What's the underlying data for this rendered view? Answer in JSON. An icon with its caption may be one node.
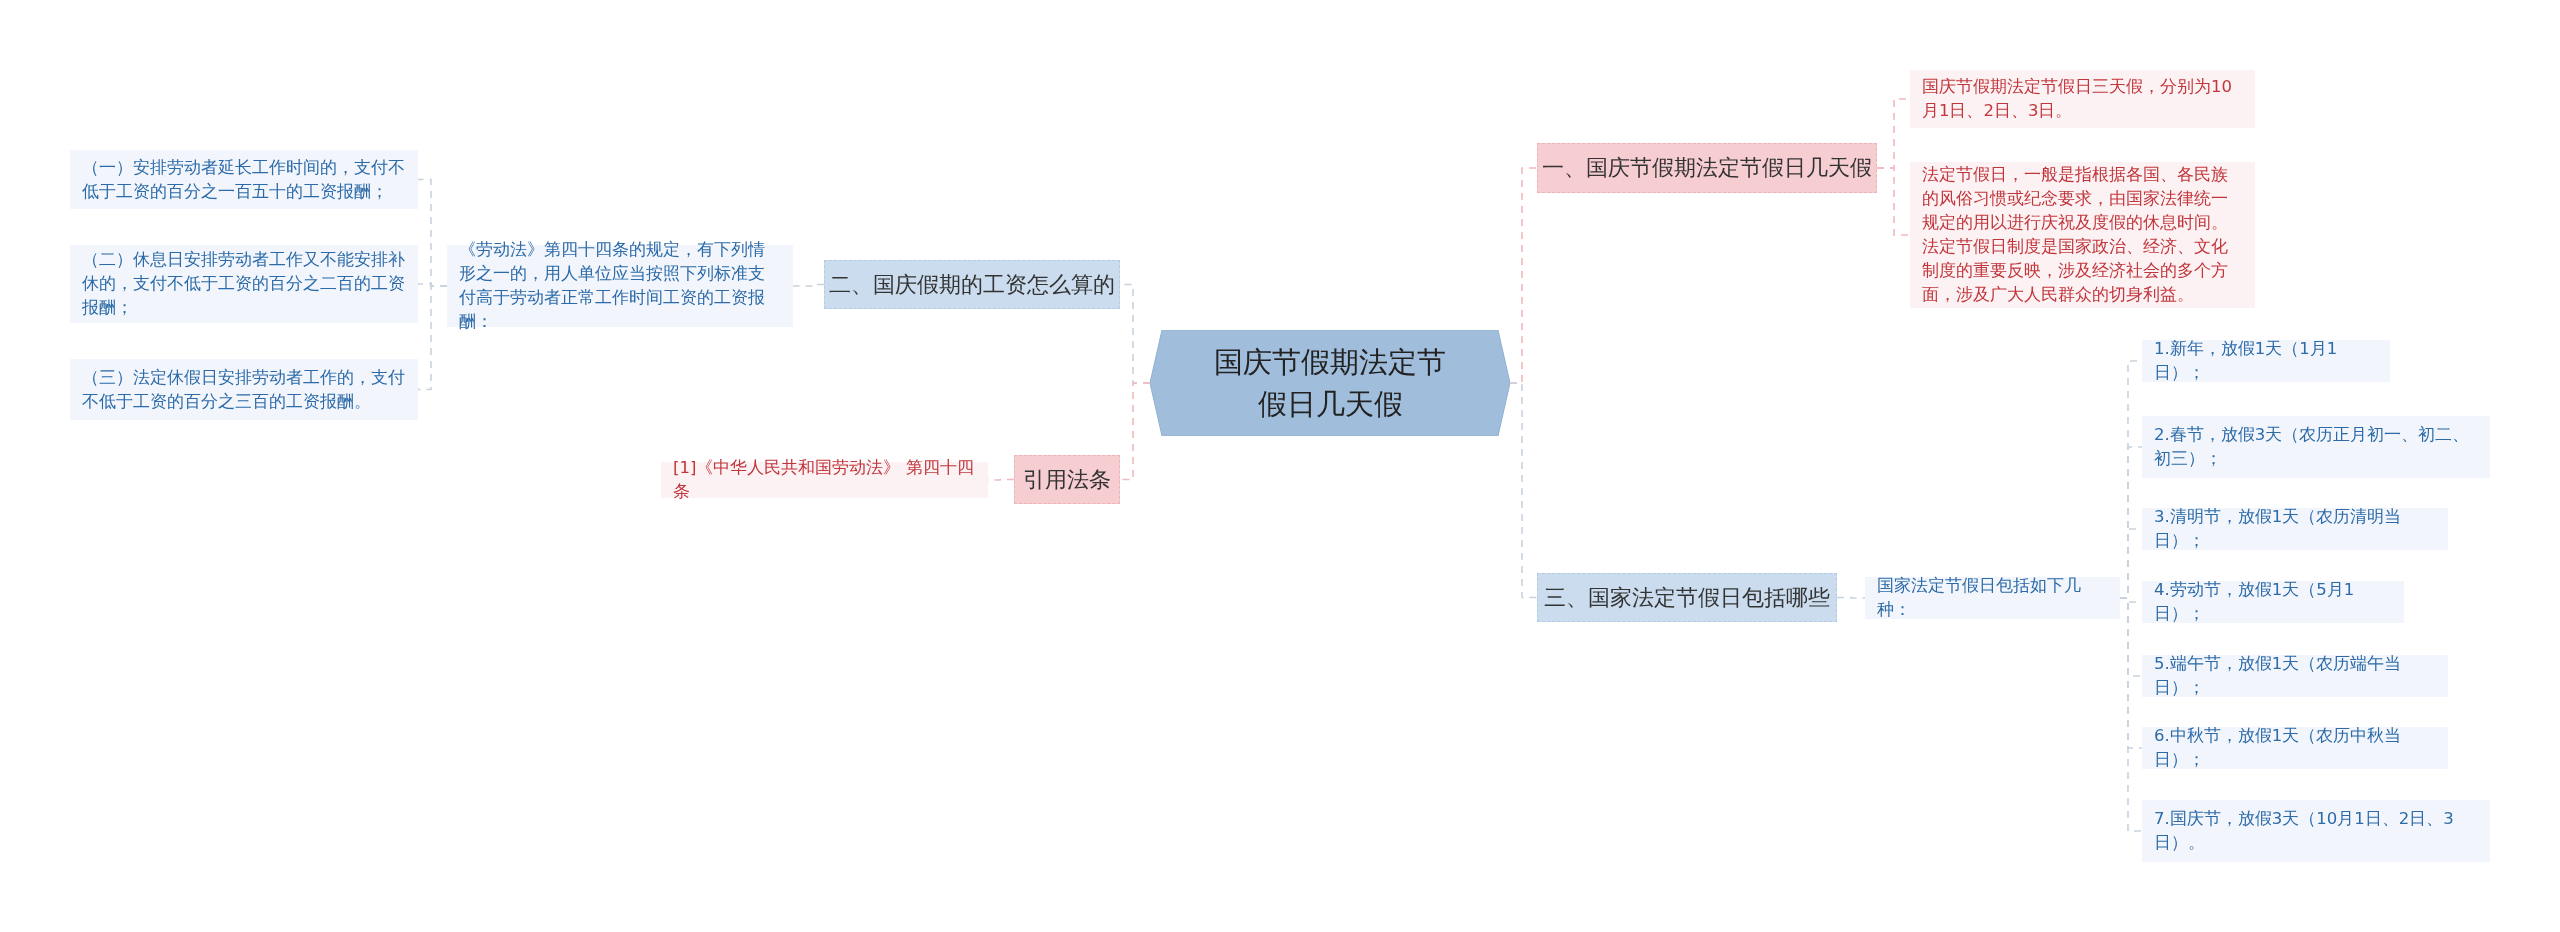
{
  "diagram": {
    "nodes": [
      {
        "text": [
          "国庆节假期法定节假日几天假"
        ]
      },
      {
        "text": [
          "二、国庆假期的工资怎么算的"
        ]
      },
      {
        "text": [
          "《劳动法》第四十四条的规定，有下列情形之一的，用人单位应当按照下列标准支付高于劳动者正常工作时间工资的工资报酬："
        ]
      },
      {
        "text": [
          "（一）安排劳动者延长工作时间的，支付不低于工资的百分之一百五十的工资报酬；"
        ]
      },
      {
        "text": [
          "（二）休息日安排劳动者工作又不能安排补休的，支付不低于工资的百分之二百的工资报酬；"
        ]
      },
      {
        "text": [
          "（三）法定休假日安排劳动者工作的，支付不低于工资的百分之三百的工资报酬。"
        ]
      },
      {
        "text": [
          "引用法条"
        ]
      },
      {
        "text": [
          "[1]《中华人民共和国劳动法》 第四十四条"
        ]
      },
      {
        "text": [
          "一、国庆节假期法定节假日几天假"
        ]
      },
      {
        "text": [
          "国庆节假期法定节假日三天假，分别为10月1日、2日、3日。"
        ]
      },
      {
        "text": [
          "法定节假日，一般是指根据各国、各民族的风俗习惯或纪念要求，由国家法律统一规定的用以进行庆祝及度假的休息时间。法定节假日制度是国家政治、经济、文化制度的重要反映，涉及经济社会的多个方面，涉及广大人民群众的切身利益。"
        ]
      },
      {
        "text": [
          "三、国家法定节假日包括哪些"
        ]
      },
      {
        "text": [
          "国家法定节假日包括如下几种："
        ]
      },
      {
        "text": [
          "1.新年，放假1天（1月1日）；"
        ]
      },
      {
        "text": [
          "2.春节，放假3天（农历正月初一、初二、初三）；"
        ]
      },
      {
        "text": [
          "3.清明节，放假1天（农历清明当日）；"
        ]
      },
      {
        "text": [
          "4.劳动节，放假1天（5月1日）；"
        ]
      },
      {
        "text": [
          "5.端午节，放假1天（农历端午当日）；"
        ]
      },
      {
        "text": [
          "6.中秋节，放假1天（农历中秋当日）；"
        ]
      },
      {
        "text": [
          "7.国庆节，放假3天（10月1日、2日、3日）。"
        ]
      }
    ],
    "edges": [
      {
        "from": 0,
        "to": 1,
        "arrow": "none",
        "style": "dashed"
      },
      {
        "from": 1,
        "to": 2,
        "arrow": "none",
        "style": "dashed"
      },
      {
        "from": 2,
        "to": 3,
        "arrow": "none",
        "style": "dashed"
      },
      {
        "from": 2,
        "to": 4,
        "arrow": "none",
        "style": "dashed"
      },
      {
        "from": 2,
        "to": 5,
        "arrow": "none",
        "style": "dashed"
      },
      {
        "from": 0,
        "to": 6,
        "arrow": "none",
        "style": "dashed",
        "color": "#f2b8bd"
      },
      {
        "from": 6,
        "to": 7,
        "arrow": "none",
        "style": "dashed",
        "color": "#f2b8bd"
      },
      {
        "from": 0,
        "to": 8,
        "arrow": "none",
        "style": "dashed",
        "color": "#f2b8bd"
      },
      {
        "from": 8,
        "to": 9,
        "arrow": "none",
        "style": "dashed",
        "color": "#f2b8bd"
      },
      {
        "from": 8,
        "to": 10,
        "arrow": "none",
        "style": "dashed",
        "color": "#f2b8bd"
      },
      {
        "from": 0,
        "to": 11,
        "arrow": "none",
        "style": "dashed"
      },
      {
        "from": 11,
        "to": 12,
        "arrow": "none",
        "style": "dashed"
      },
      {
        "from": 12,
        "to": 13,
        "arrow": "none",
        "style": "dashed"
      },
      {
        "from": 12,
        "to": 14,
        "arrow": "none",
        "style": "dashed"
      },
      {
        "from": 12,
        "to": 15,
        "arrow": "none",
        "style": "dashed"
      },
      {
        "from": 12,
        "to": 16,
        "arrow": "none",
        "style": "dashed"
      },
      {
        "from": 12,
        "to": 17,
        "arrow": "none",
        "style": "dashed"
      },
      {
        "from": 12,
        "to": 18,
        "arrow": "none",
        "style": "dashed"
      },
      {
        "from": 12,
        "to": 19,
        "arrow": "none",
        "style": "dashed"
      }
    ]
  }
}
